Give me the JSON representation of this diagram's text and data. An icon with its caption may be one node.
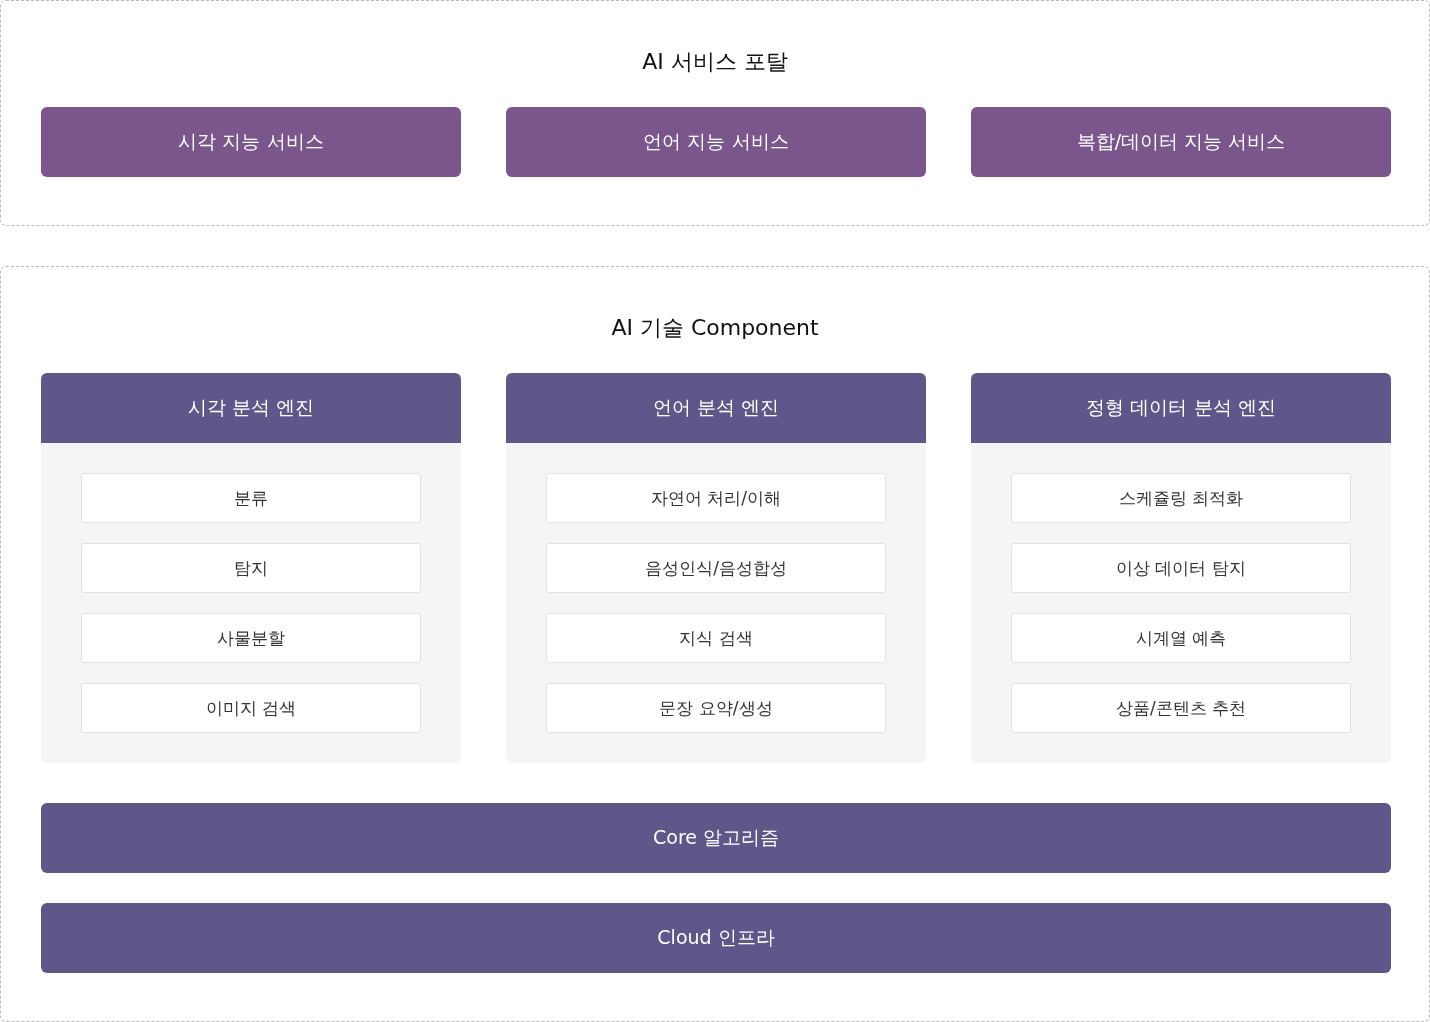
{
  "diagram": {
    "nodes": [
      {
        "text": [
          "AI 서비스 포탈"
        ]
      },
      {
        "text": [
          "시각 지능 서비스"
        ],
        "in": 0
      },
      {
        "text": [
          "언어 지능 서비스"
        ],
        "in": 0
      },
      {
        "text": [
          "복합/데이터 지능 서비스"
        ],
        "in": 0
      },
      {
        "text": [
          "AI 기술 Component"
        ]
      },
      {
        "text": [
          "시각 분석 엔진"
        ],
        "in": 4
      },
      {
        "text": [
          "분류"
        ],
        "in": 5
      },
      {
        "text": [
          "탐지"
        ],
        "in": 5
      },
      {
        "text": [
          "사물분할"
        ],
        "in": 5
      },
      {
        "text": [
          "이미지 검색"
        ],
        "in": 5
      },
      {
        "text": [
          "언어 분석 엔진"
        ],
        "in": 4
      },
      {
        "text": [
          "자연어 처리/이해"
        ],
        "in": 10
      },
      {
        "text": [
          "음성인식/음성합성"
        ],
        "in": 10
      },
      {
        "text": [
          "지식 검색"
        ],
        "in": 10
      },
      {
        "text": [
          "문장 요약/생성"
        ],
        "in": 10
      },
      {
        "text": [
          "정형 데이터 분석 엔진"
        ],
        "in": 4
      },
      {
        "text": [
          "스케쥴링 최적화"
        ],
        "in": 15
      },
      {
        "text": [
          "이상 데이터 탐지"
        ],
        "in": 15
      },
      {
        "text": [
          "시계열 예측"
        ],
        "in": 15
      },
      {
        "text": [
          "상품/콘텐츠 추천"
        ],
        "in": 15
      },
      {
        "text": [
          "Core 알고리즘"
        ],
        "in": 4
      },
      {
        "text": [
          "Cloud 인프라"
        ],
        "in": 4
      }
    ]
  }
}
